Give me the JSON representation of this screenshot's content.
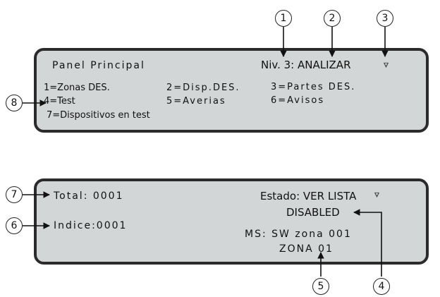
{
  "screen1": {
    "title": "Panel Principal",
    "level": "Niv. 3: ANALIZAR",
    "menu": [
      "1=Zonas DES.",
      "2=Disp.DES.",
      "3=Partes DES.",
      "4=Test",
      "5=Averias",
      "6=Avisos",
      "7=Dispositivos en test"
    ],
    "status_icon": "pointer-icon"
  },
  "screen2": {
    "total": "Total: 0001",
    "index": "Indice:0001",
    "state": "Estado: VER LISTA",
    "disabled": "DISABLED",
    "ms": "MS:  SW zona 001",
    "zone": "ZONA 01",
    "status_icon": "pointer-icon"
  },
  "callouts": [
    "1",
    "2",
    "3",
    "4",
    "5",
    "6",
    "7",
    "8"
  ]
}
